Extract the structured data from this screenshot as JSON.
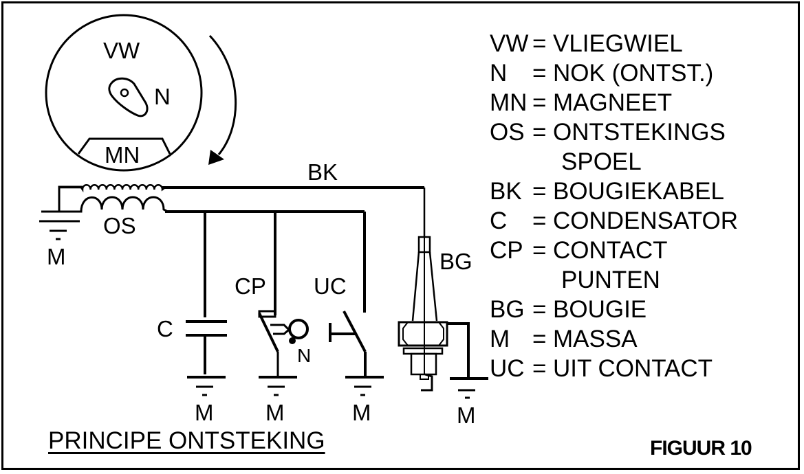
{
  "diagram": {
    "title": "PRINCIPE ONTSTEKING",
    "figure_label": "FIGUUR 10",
    "labels": {
      "flywheel": "VW",
      "cam": "N",
      "magnet": "MN",
      "ignition_coil": "OS",
      "spark_plug_cable": "BK",
      "spark_plug": "BG",
      "condenser": "C",
      "contact_points": "CP",
      "contact_points_cam": "N",
      "kill_switch": "UC",
      "ground": "M"
    },
    "legend": [
      {
        "key": "VW",
        "value": "VLIEGWIEL"
      },
      {
        "key": "N",
        "value": "NOK (ONTST.)"
      },
      {
        "key": "MN",
        "value": "MAGNEET"
      },
      {
        "key": "OS",
        "value": "ONTSTEKINGS"
      },
      {
        "key": "",
        "value": "SPOEL",
        "continuation": true
      },
      {
        "key": "BK",
        "value": "BOUGIEKABEL"
      },
      {
        "key": "C",
        "value": "CONDENSATOR"
      },
      {
        "key": "CP",
        "value": "CONTACT"
      },
      {
        "key": "",
        "value": "PUNTEN",
        "continuation": true
      },
      {
        "key": "BG",
        "value": "BOUGIE"
      },
      {
        "key": "M",
        "value": "MASSA"
      },
      {
        "key": "UC",
        "value": "UIT CONTACT"
      }
    ]
  }
}
